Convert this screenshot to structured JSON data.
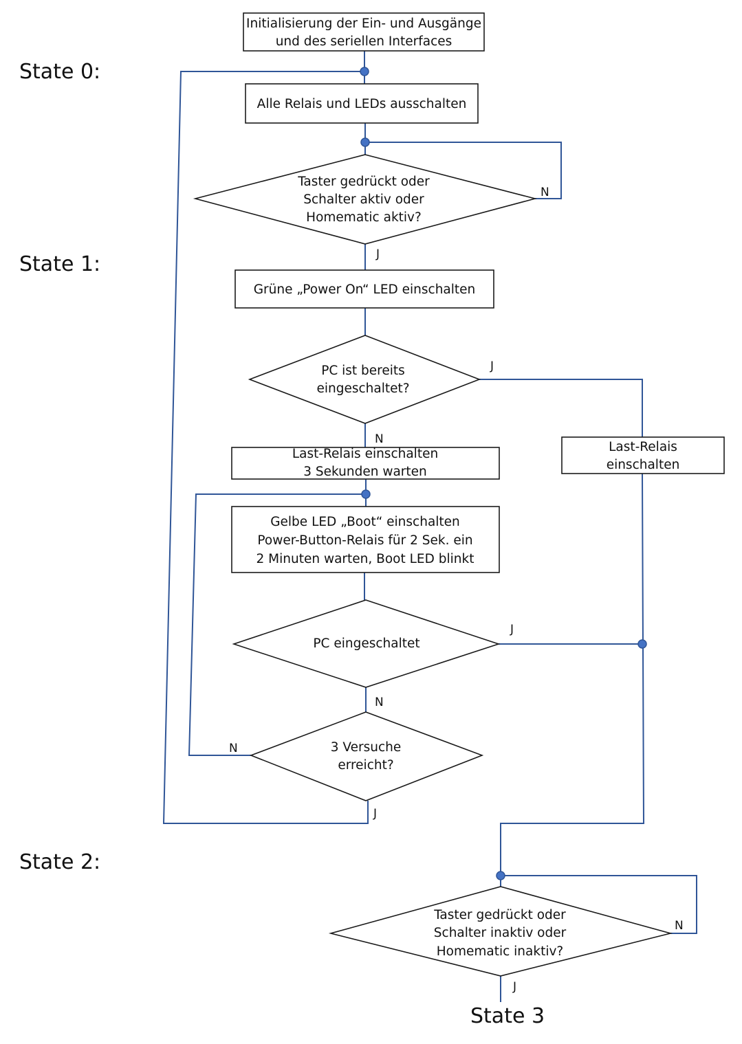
{
  "states": {
    "s0": "State 0:",
    "s1": "State 1:",
    "s2": "State 2:",
    "s3": "State 3"
  },
  "boxes": {
    "init": [
      "Initialisierung der Ein- und Ausgänge",
      "und des seriellen Interfaces"
    ],
    "all_off": [
      "Alle Relais und LEDs ausschalten"
    ],
    "green_led": [
      "Grüne „Power On“ LED einschalten"
    ],
    "relay_wait": [
      "Last-Relais einschalten",
      "3 Sekunden warten"
    ],
    "boot": [
      "Gelbe LED „Boot“ einschalten",
      "Power-Button-Relais für 2 Sek. ein",
      "2 Minuten warten, Boot LED blinkt"
    ],
    "relay_right": [
      "Last-Relais",
      "einschalten"
    ]
  },
  "decisions": {
    "input_active": [
      "Taster gedrückt oder",
      "Schalter aktiv oder",
      "Homematic aktiv?"
    ],
    "pc_already_on": [
      "PC ist bereits",
      "eingeschaltet?"
    ],
    "pc_on": [
      "PC eingeschaltet"
    ],
    "three_tries": [
      "3 Versuche",
      "erreicht?"
    ],
    "input_inactive": [
      "Taster gedrückt oder",
      "Schalter inaktiv oder",
      "Homematic inaktiv?"
    ]
  },
  "branch_labels": {
    "d1_no": "N",
    "d1_yes": "J",
    "d2_yes": "J",
    "d2_no": "N",
    "d3_yes": "J",
    "d3_no": "N",
    "d4_no": "N",
    "d4_yes": "J",
    "d5_no": "N",
    "d5_yes": "J"
  }
}
